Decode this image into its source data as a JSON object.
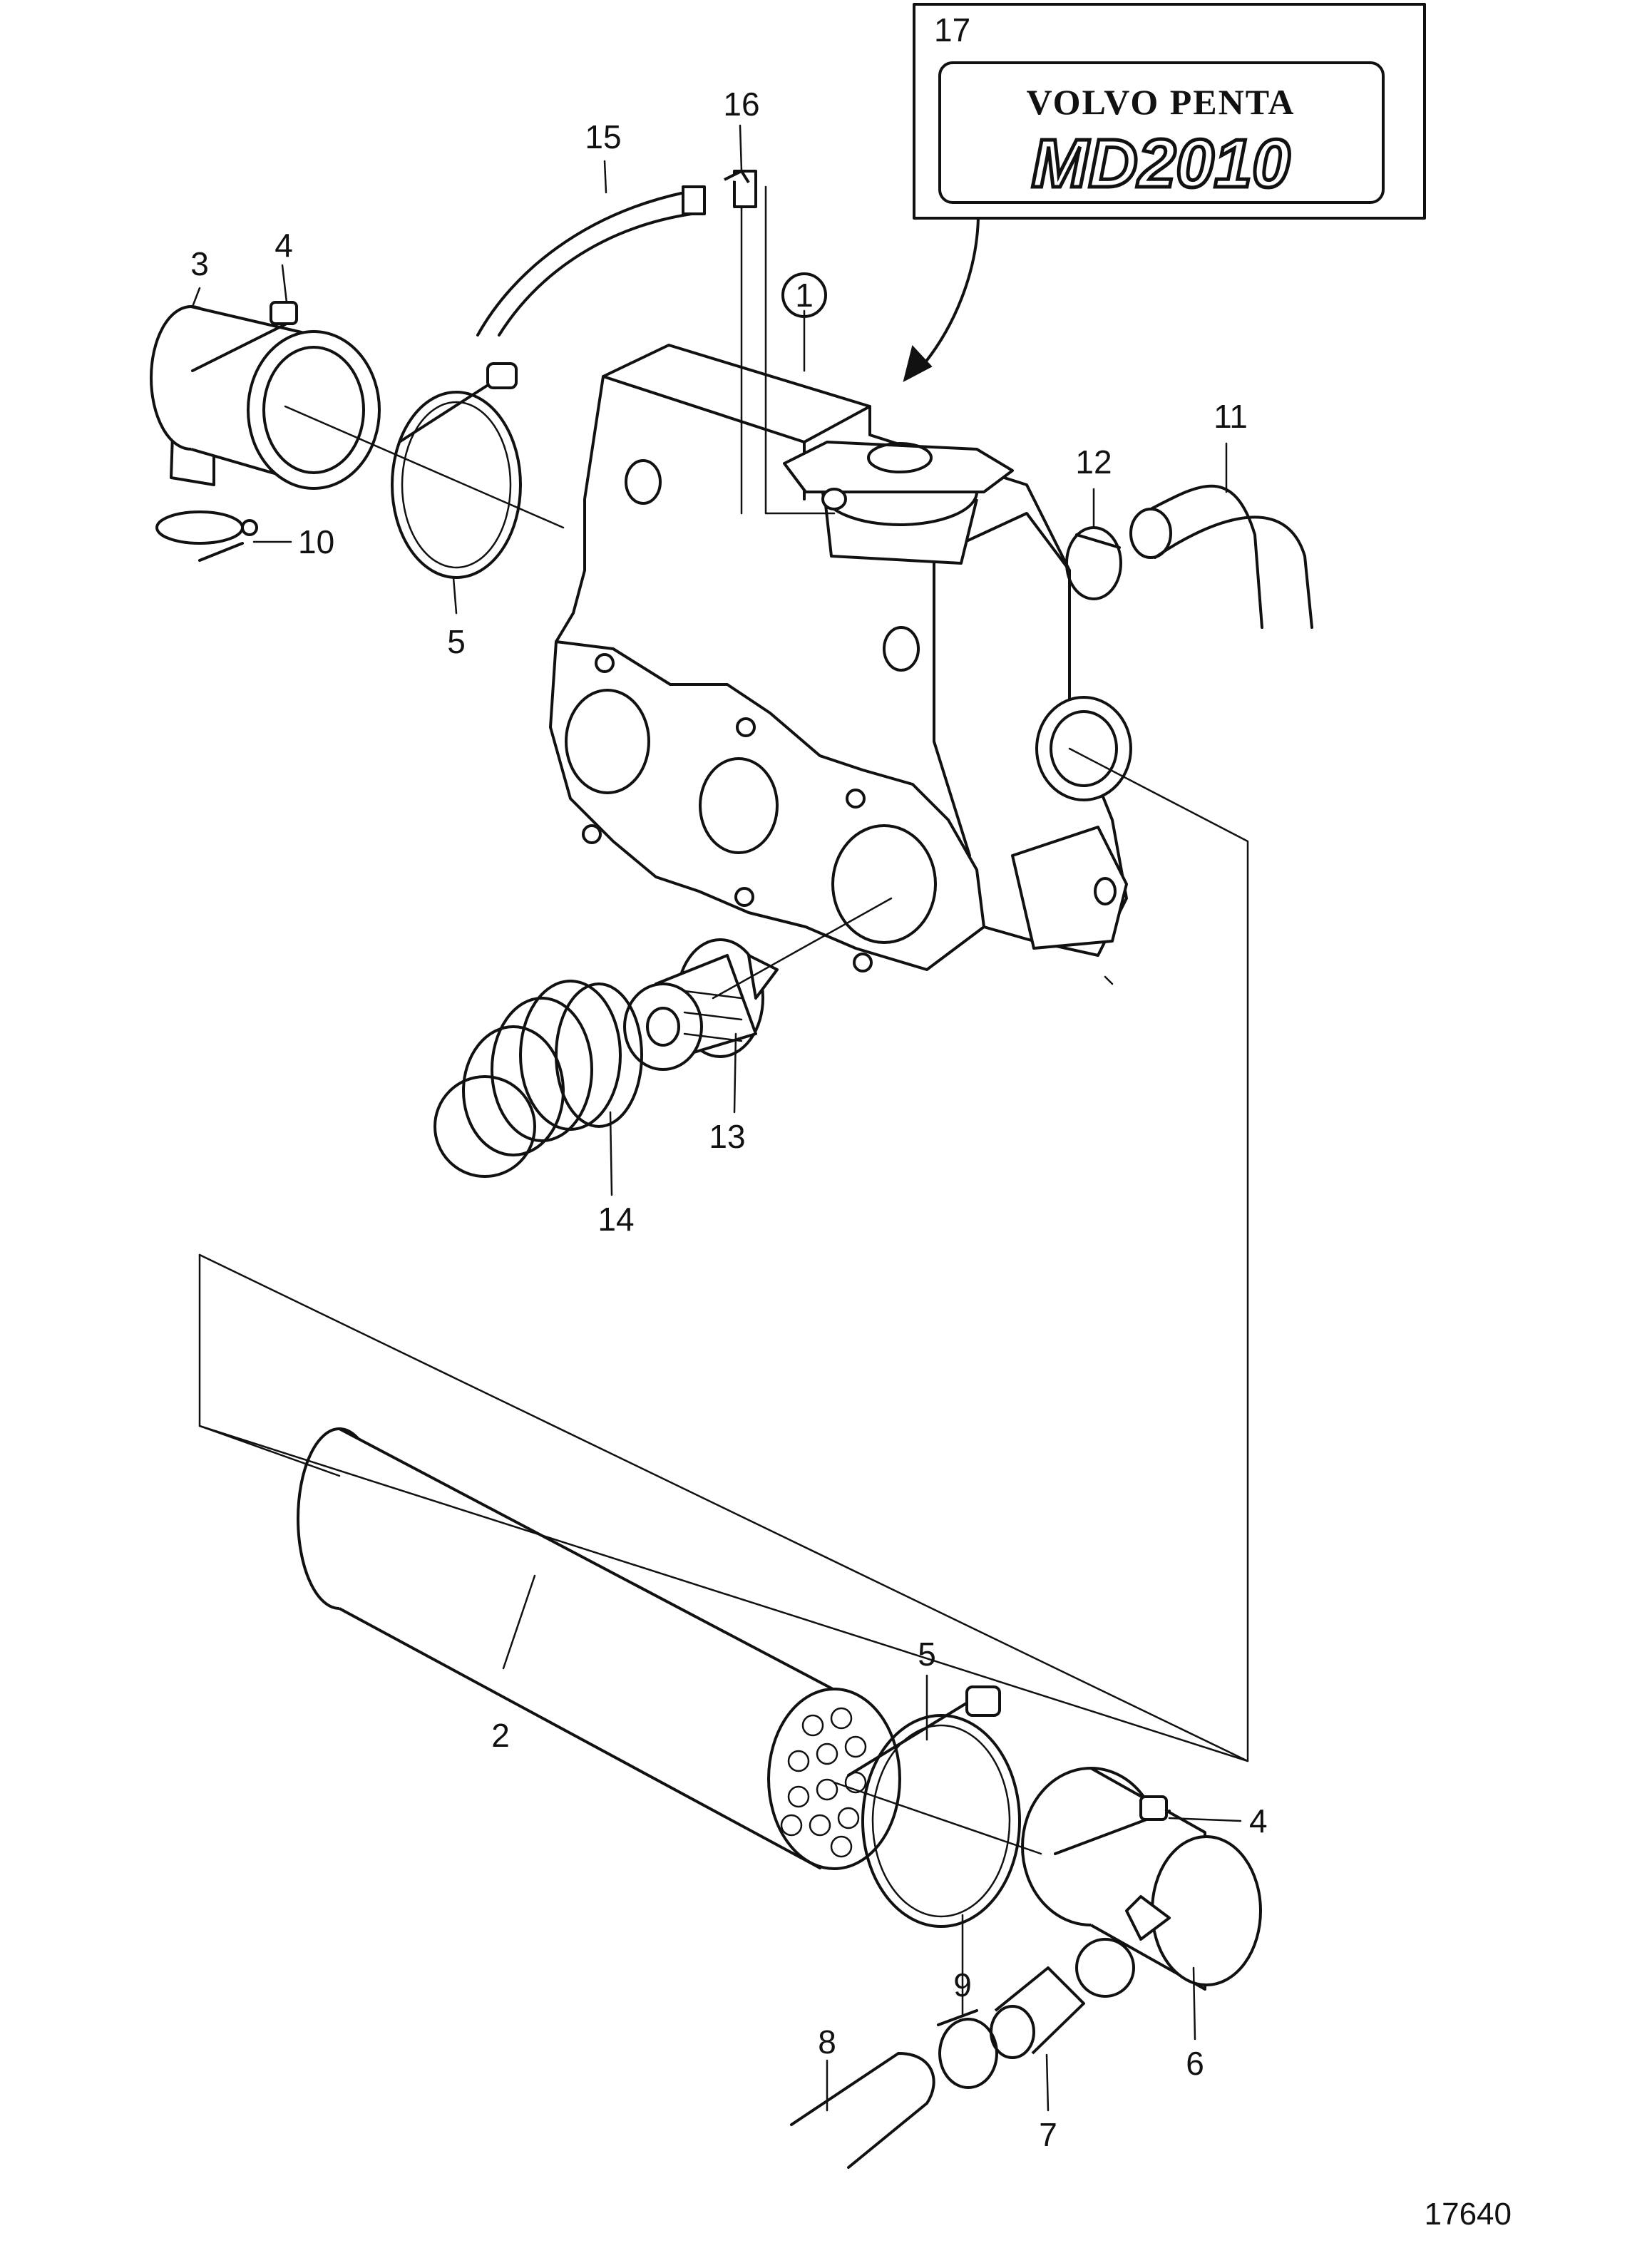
{
  "diagram": {
    "drawing_number": "17640",
    "badge": {
      "ref": "17",
      "brand": "VOLVO PENTA",
      "model": "MD2010"
    },
    "callouts": [
      {
        "id": "c1",
        "label": "1"
      },
      {
        "id": "c2",
        "label": "2"
      },
      {
        "id": "c3",
        "label": "3"
      },
      {
        "id": "c4a",
        "label": "4"
      },
      {
        "id": "c4b",
        "label": "4"
      },
      {
        "id": "c5a",
        "label": "5"
      },
      {
        "id": "c5b",
        "label": "5"
      },
      {
        "id": "c6",
        "label": "6"
      },
      {
        "id": "c7",
        "label": "7"
      },
      {
        "id": "c8",
        "label": "8"
      },
      {
        "id": "c9",
        "label": "9"
      },
      {
        "id": "c10",
        "label": "10"
      },
      {
        "id": "c11",
        "label": "11"
      },
      {
        "id": "c12",
        "label": "12"
      },
      {
        "id": "c13",
        "label": "13"
      },
      {
        "id": "c14",
        "label": "14"
      },
      {
        "id": "c15",
        "label": "15"
      },
      {
        "id": "c16",
        "label": "16"
      }
    ]
  }
}
